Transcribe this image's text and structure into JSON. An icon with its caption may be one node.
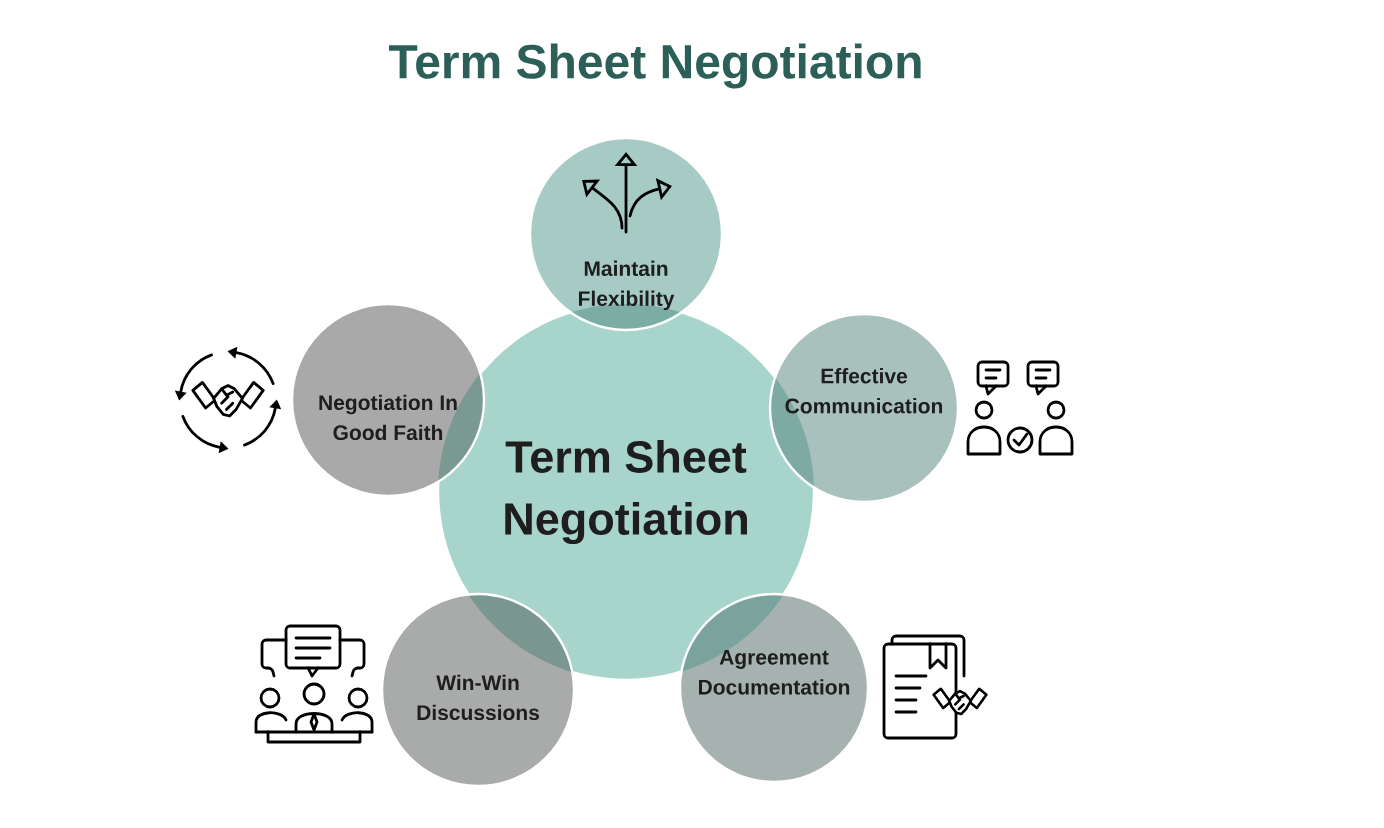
{
  "diagram": {
    "title": "Term Sheet Negotiation",
    "nodes": [
      {
        "text": [
          "Term Sheet Negotiation"
        ]
      },
      {
        "text": [
          "Maintain Flexibility"
        ]
      },
      {
        "text": [
          "Effective Communication"
        ]
      },
      {
        "text": [
          "Agreement Documentation"
        ]
      },
      {
        "text": [
          "Win-Win Discussions"
        ]
      },
      {
        "text": [
          "Negotiation In Good Faith"
        ]
      }
    ]
  }
}
